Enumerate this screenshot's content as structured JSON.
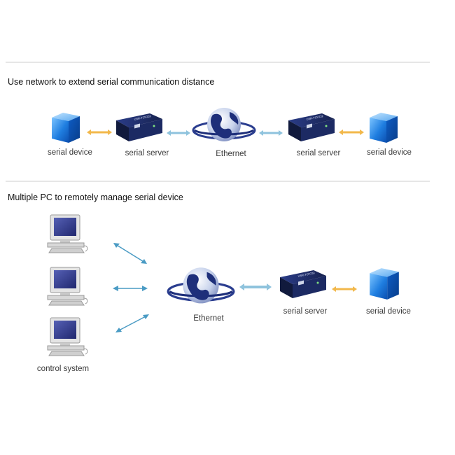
{
  "section1": {
    "title": "Use network to extend serial communication distance",
    "labels": {
      "device_left": "serial device",
      "server_left": "serial server",
      "ethernet": "Ethernet",
      "server_right": "serial server",
      "device_right": "serial device"
    }
  },
  "section2": {
    "title": "Multiple PC to remotely manage serial device",
    "labels": {
      "control_system": "control system",
      "ethernet": "Ethernet",
      "server": "serial server",
      "device": "serial device"
    }
  },
  "icons": {
    "cube": "cube-icon",
    "server": "serial-server-icon",
    "globe": "globe-icon",
    "computer": "computer-icon"
  },
  "colors": {
    "serial_link": "#f2b84b",
    "network_link": "#8fc3dd",
    "pc_link": "#4a9bc4",
    "cube_blue": "#1a6fd6",
    "server_navy": "#1c2a63",
    "globe_navy": "#1e2f7a"
  }
}
